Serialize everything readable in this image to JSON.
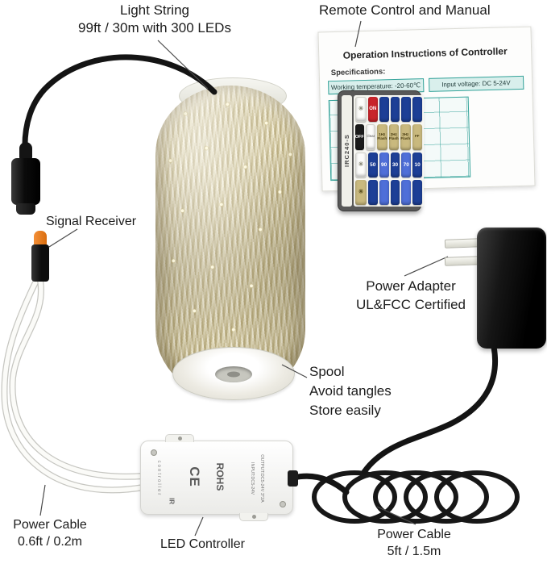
{
  "labels": {
    "light_string": {
      "title": "Light String",
      "subtitle": "99ft / 30m with 300 LEDs"
    },
    "remote_manual": "Remote Control and Manual",
    "signal_receiver": "Signal Receiver",
    "power_adapter": {
      "title": "Power Adapter",
      "subtitle": "UL&FCC Certified"
    },
    "spool": {
      "title": "Spool",
      "line2": "Avoid tangles",
      "line3": "Store easily"
    },
    "power_cable_short": {
      "title": "Power Cable",
      "subtitle": "0.6ft / 0.2m"
    },
    "led_controller": "LED Controller",
    "power_cable_long": {
      "title": "Power Cable",
      "subtitle": "5ft / 1.5m"
    }
  },
  "manual": {
    "title": "Operation Instructions of Controller",
    "specs_heading": "Specifications:",
    "working_temperature": "Working temperature: -20-60℃",
    "input_voltage": "Input voltage: DC 5-24V"
  },
  "remote": {
    "model": "IRC240-S",
    "rows": [
      {
        "buttons": [
          {
            "label": "☀"
          },
          {
            "label": "ON"
          },
          {
            "label": ""
          },
          {
            "label": ""
          },
          {
            "label": ""
          },
          {
            "label": ""
          }
        ]
      },
      {
        "buttons": [
          {
            "label": "OFF"
          },
          {
            "label": "Clear"
          },
          {
            "label": "1Hz Flash"
          },
          {
            "label": "2Hz Flash"
          },
          {
            "label": "3Hz Flash"
          },
          {
            "label": "FF"
          }
        ]
      },
      {
        "buttons": [
          {
            "label": "☀"
          },
          {
            "label": "50"
          },
          {
            "label": "90"
          },
          {
            "label": "30"
          },
          {
            "label": "70"
          },
          {
            "label": "10"
          }
        ]
      },
      {
        "buttons": [
          {
            "label": "☀"
          },
          {
            "label": ""
          },
          {
            "label": ""
          },
          {
            "label": ""
          },
          {
            "label": ""
          },
          {
            "label": ""
          }
        ]
      }
    ]
  },
  "controller": {
    "side_label": "controller",
    "ce": "CE",
    "rohs": "ROHS",
    "io_line1": "INPUT:DC5-24V",
    "io_line2": "OUTPUT:DC5-24V 3*2A",
    "ir": "IR"
  },
  "colors": {
    "background": "#ffffff",
    "label_text": "#1c1c1c",
    "accent_orange": "#e07818",
    "remote_on_red": "#c8242b",
    "remote_navy": "#1d3f96",
    "remote_blue": "#4f6fd8",
    "remote_khaki": "#c9b97e",
    "manual_teal": "#35a39a",
    "wire_champagne": "#d6cba1"
  }
}
